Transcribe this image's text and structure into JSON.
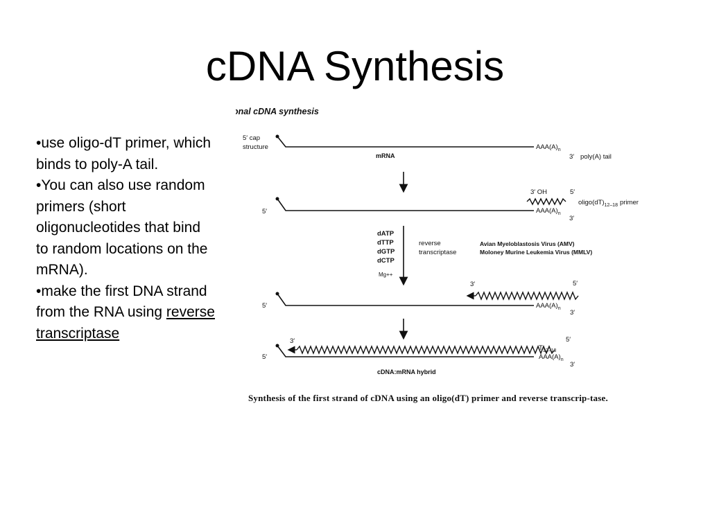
{
  "slide": {
    "title": "cDNA Synthesis",
    "bullets": {
      "b1": "•use oligo-dT primer, which binds to poly-A tail.",
      "b2": "•You can also use random primers (short oligonucleotides that bind to random locations on the mRNA).",
      "b3_prefix": "•make the first DNA strand from the RNA using ",
      "b3_underlined": "reverse transcriptase"
    }
  },
  "figure": {
    "heading": "Traditional cDNA synthesis",
    "row1": {
      "cap_line1": "5′ cap",
      "cap_line2": "structure",
      "mrna": "mRNA",
      "polyA": "AAA(A)",
      "polyA_sub": "n",
      "three_prime": "3′",
      "polyA_tail": "poly(A) tail"
    },
    "row2": {
      "five_prime": "5′",
      "oh": "3′ OH",
      "primer_five": "5′",
      "oligo": "oligo(dT)",
      "oligo_sub": "12–18",
      "primer_word": "primer",
      "polyA": "AAA(A)",
      "polyA_sub": "n",
      "three_prime": "3′"
    },
    "reagents": {
      "dATP": "dATP",
      "dTTP": "dTTP",
      "dGTP": "dGTP",
      "dCTP": "dCTP",
      "mg": "Mg++",
      "rt1": "reverse",
      "rt2": "transcriptase",
      "amv": "Avian Myeloblastosis Virus (AMV)",
      "mmlv": "Moloney Murine Leukemia Virus (MMLV)"
    },
    "row3": {
      "three_prime_top": "3′",
      "five_prime_top": "5′",
      "five_prime": "5′",
      "polyA": "AAA(A)",
      "polyA_sub": "n",
      "three_prime": "3′"
    },
    "row4": {
      "three_prime_top": "3′",
      "five_prime_top": "5′",
      "t": "T",
      "t_sub": "12–18",
      "five_prime": "5′",
      "polyA": "AAA(A)",
      "polyA_sub": "n",
      "three_prime": "3′",
      "hybrid": "cDNA:mRNA hybrid"
    },
    "caption": "Synthesis of the first strand of cDNA using an oligo(dT) primer and reverse transcrip-tase."
  }
}
